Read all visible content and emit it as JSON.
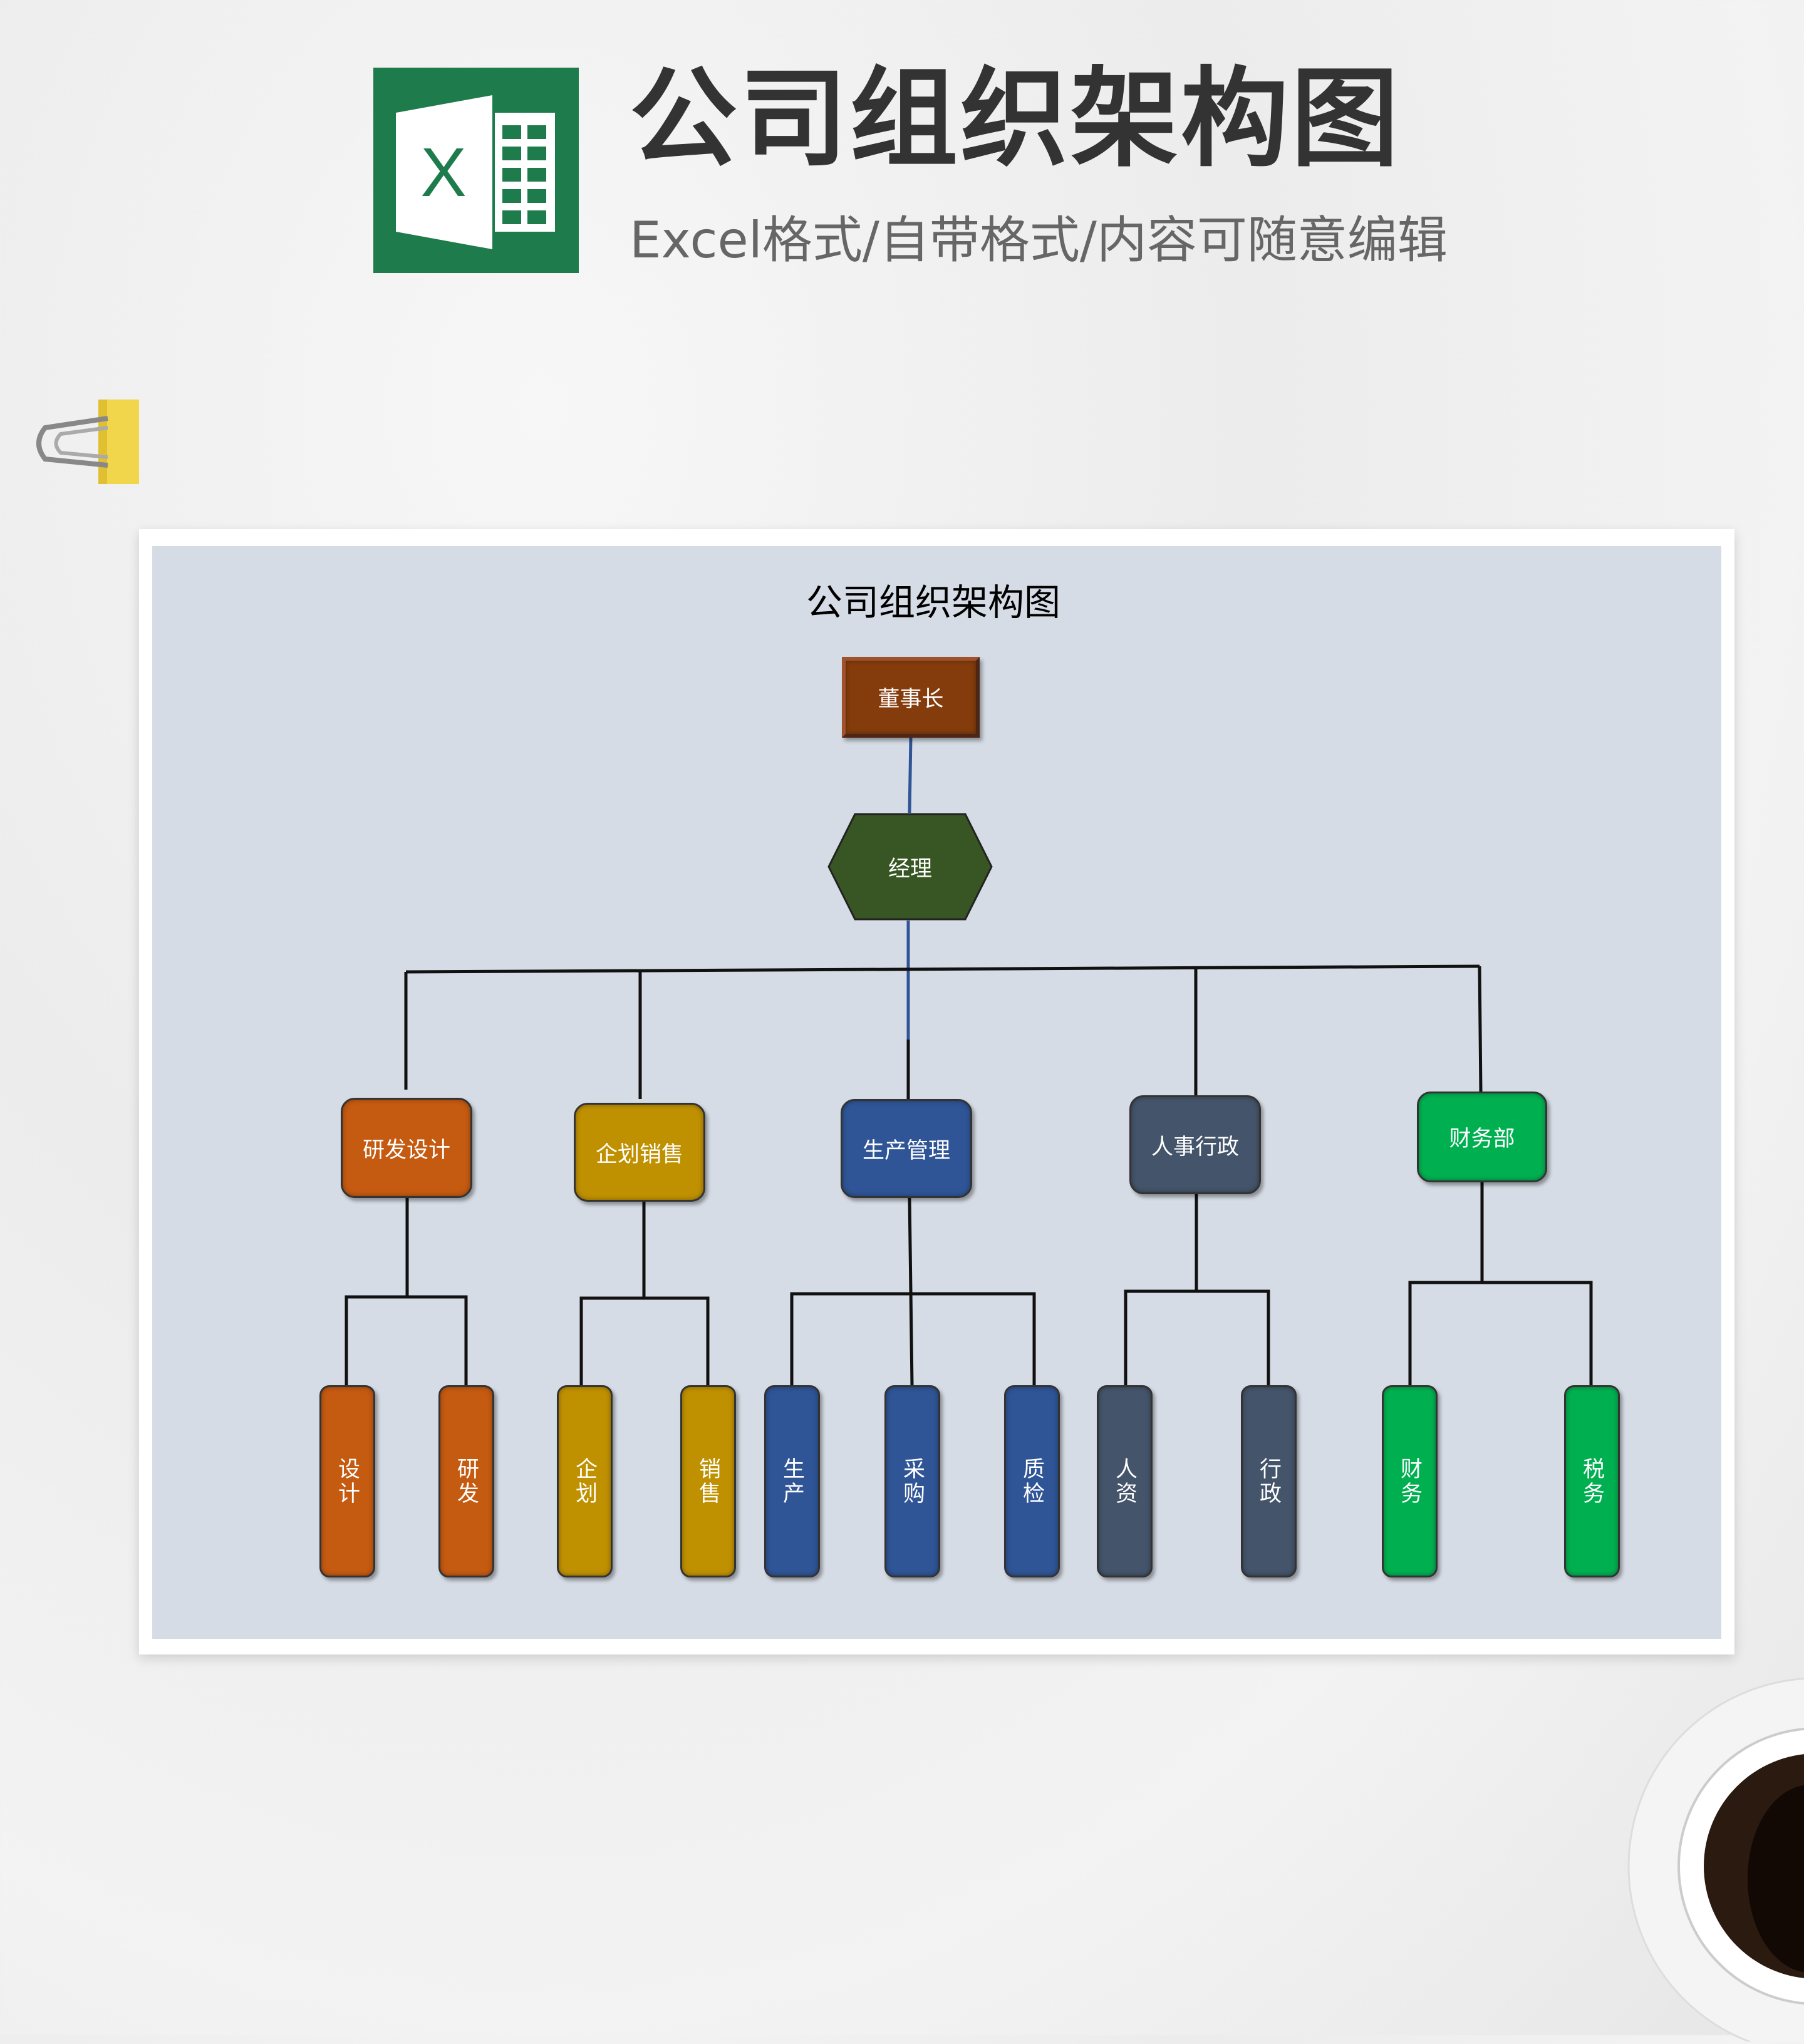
{
  "header": {
    "title": "公司组织架构图",
    "subtitle": "Excel格式/自带格式/内容可随意编辑",
    "logo_letter": "X"
  },
  "chart": {
    "title": "公司组织架构图",
    "chairman": "董事长",
    "manager": "经理",
    "departments": [
      {
        "label": "研发设计",
        "color": "orange",
        "children": [
          "设计",
          "研发"
        ]
      },
      {
        "label": "企划销售",
        "color": "gold",
        "children": [
          "企划",
          "销售"
        ]
      },
      {
        "label": "生产管理",
        "color": "blue",
        "children": [
          "生产",
          "采购",
          "质检"
        ]
      },
      {
        "label": "人事行政",
        "color": "slate",
        "children": [
          "人资",
          "行政"
        ]
      },
      {
        "label": "财务部",
        "color": "green",
        "children": [
          "财务",
          "税务"
        ]
      }
    ]
  },
  "colors": {
    "chairman": "#843c0c",
    "manager": "#375623",
    "orange": "#c55a11",
    "gold": "#bf9000",
    "blue": "#2f5597",
    "slate": "#44546a",
    "green": "#00b050",
    "panel": "#d6dce5"
  }
}
